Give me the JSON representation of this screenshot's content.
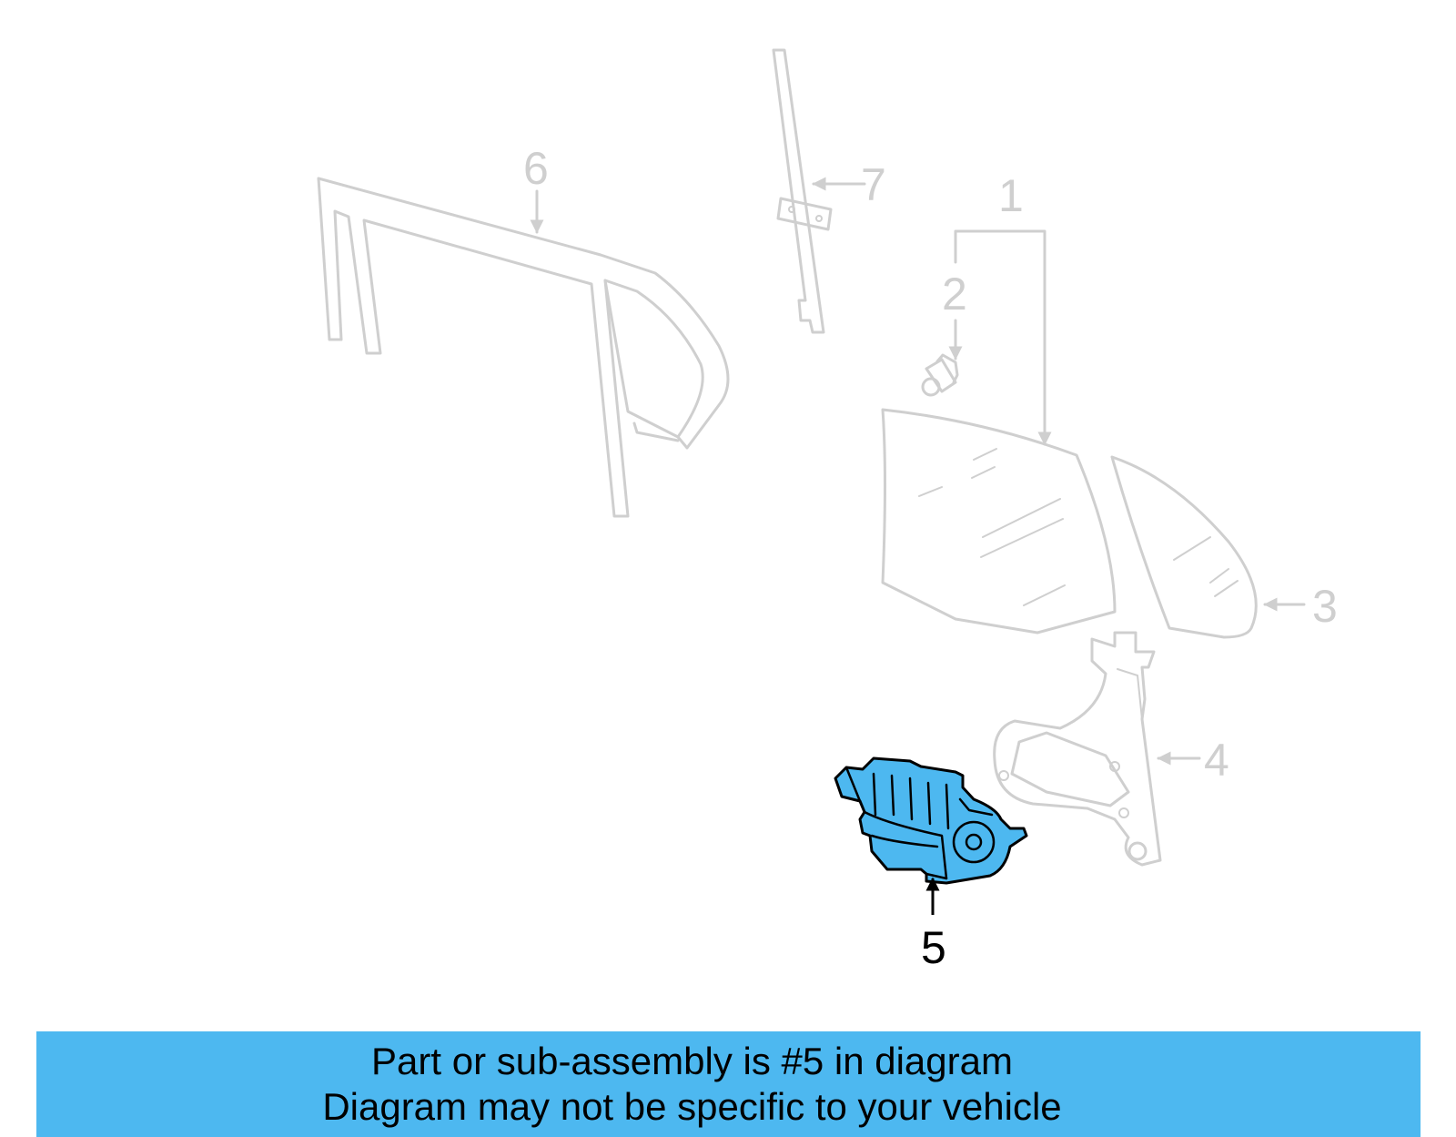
{
  "diagram": {
    "callouts": {
      "c1": "1",
      "c2": "2",
      "c3": "3",
      "c4": "4",
      "c5": "5",
      "c6": "6",
      "c7": "7"
    },
    "highlight_color": "#4db8f0",
    "faded_color": "#cfcfcf",
    "highlighted_part": "5"
  },
  "banner": {
    "line1": "Part or sub-assembly is #5 in diagram",
    "line2": "Diagram may not be specific to your vehicle"
  }
}
